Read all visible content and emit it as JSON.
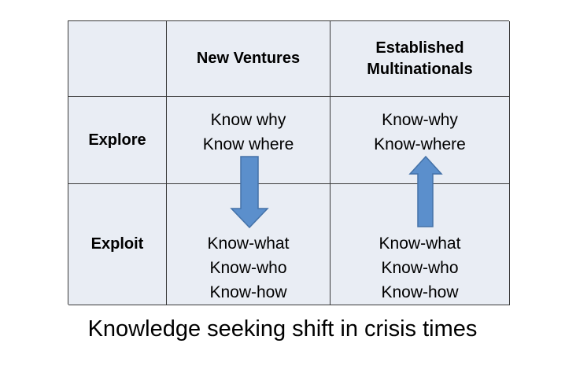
{
  "table": {
    "header": {
      "corner": "",
      "col1": "New Ventures",
      "col2_line1": "Established",
      "col2_line2": "Multinationals"
    },
    "rows": [
      {
        "label": "Explore",
        "new_ventures": [
          "Know why",
          "Know where"
        ],
        "multinationals": [
          "Know-why",
          "Know-where"
        ]
      },
      {
        "label": "Exploit",
        "new_ventures": [
          "Know-what",
          "Know-who",
          "Know-how"
        ],
        "multinationals": [
          "Know-what",
          "Know-who",
          "Know-how"
        ]
      }
    ]
  },
  "arrows": {
    "new_ventures": "down",
    "multinationals": "up",
    "fill_color": "#5b8fcc",
    "stroke_color": "#4472a8"
  },
  "caption": "Knowledge seeking shift in crisis times"
}
